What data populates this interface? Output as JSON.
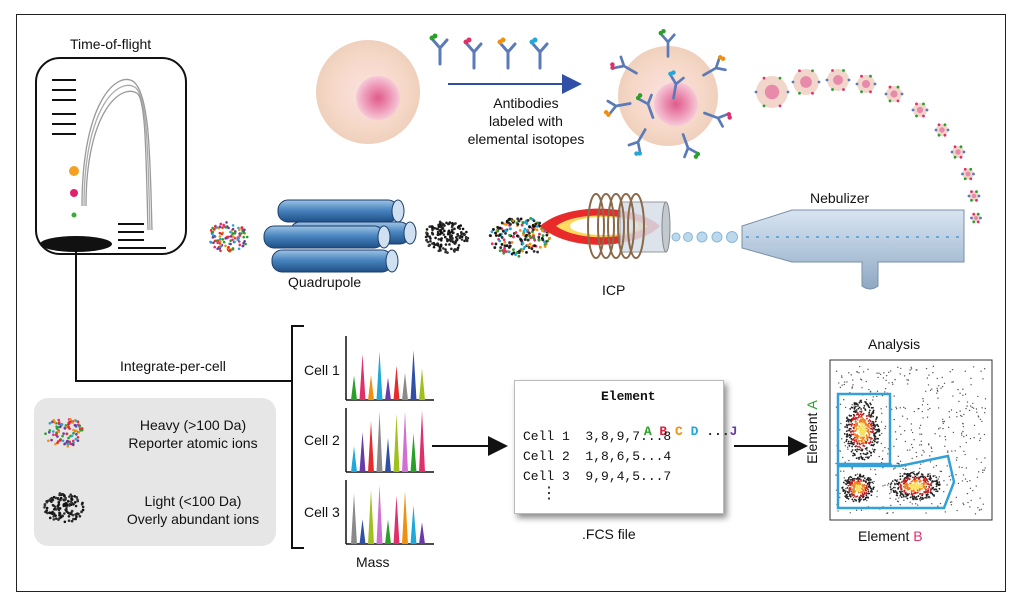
{
  "labels": {
    "time_of_flight": "Time-of-flight",
    "antibodies_line1": "Antibodies",
    "antibodies_line2": "labeled with",
    "antibodies_line3": "elemental isotopes",
    "nebulizer": "Nebulizer",
    "quadrupole": "Quadrupole",
    "icp": "ICP",
    "integrate": "Integrate-per-cell",
    "analysis": "Analysis",
    "mass": "Mass",
    "fcs_file": ".FCS file",
    "element_a_prefix": "Element ",
    "element_a_letter": "A",
    "element_b_prefix": "Element ",
    "element_b_letter": "B"
  },
  "cells": [
    "Cell 1",
    "Cell 2",
    "Cell 3"
  ],
  "legend": {
    "heavy_line1": "Heavy (>100 Da)",
    "heavy_line2": "Reporter atomic ions",
    "light_line1": "Light (<100 Da)",
    "light_line2": "Overly abundant ions"
  },
  "fcs": {
    "header": "Element",
    "columns": [
      {
        "letter": "A",
        "color": "#2aa02a"
      },
      {
        "letter": "B",
        "color": "#e0203a"
      },
      {
        "letter": "C",
        "color": "#f09010"
      },
      {
        "letter": "D",
        "color": "#20a8d8"
      },
      {
        "letter": "...",
        "color": "#222222"
      },
      {
        "letter": "J",
        "color": "#6a3aa8"
      }
    ],
    "rows": [
      {
        "label": "Cell 1",
        "values": "3,8,9,7...8"
      },
      {
        "label": "Cell 2",
        "values": "1,8,6,5...4"
      },
      {
        "label": "Cell 3",
        "values": "9,9,4,5...7"
      }
    ],
    "ellipsis": "⋮"
  },
  "colors": {
    "accent_blue": "#34a0d8",
    "arrow_blue": "#3050a8",
    "element_a": "#2aa02a",
    "element_b": "#e0306a"
  }
}
